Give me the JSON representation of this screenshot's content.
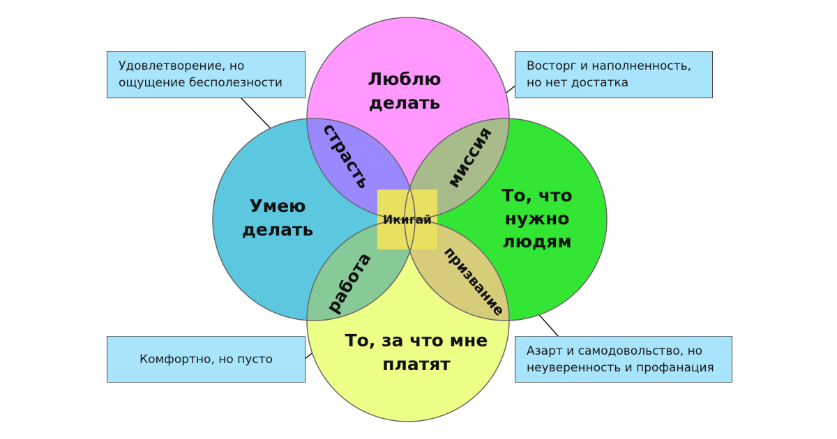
{
  "circles": {
    "love": {
      "line1": "Люблю",
      "line2": "делать",
      "color": "#ff99ff"
    },
    "good": {
      "line1": "Умею",
      "line2": "делать",
      "color": "#5bc8e0"
    },
    "need": {
      "line1": "То, что",
      "line2": "нужно",
      "line3": "людям",
      "color": "#33e633"
    },
    "paid": {
      "line1": "То, за что мне",
      "line2": "платят",
      "color": "#eeff88"
    }
  },
  "overlaps": {
    "passion": "страсть",
    "mission": "миссия",
    "profession": "работа",
    "vocation": "призвание",
    "center": "Икигай"
  },
  "callouts": {
    "top_left": {
      "line1": "Удовлетворение, но",
      "line2": "ощущение бесполезности"
    },
    "top_right": {
      "line1": "Восторг и наполненность,",
      "line2": "но нет достатка"
    },
    "bottom_left": {
      "line1": "Комфортно, но пусто"
    },
    "bottom_right": {
      "line1": "Азарт и самодовольство, но",
      "line2": "неуверенность и профанация"
    }
  }
}
